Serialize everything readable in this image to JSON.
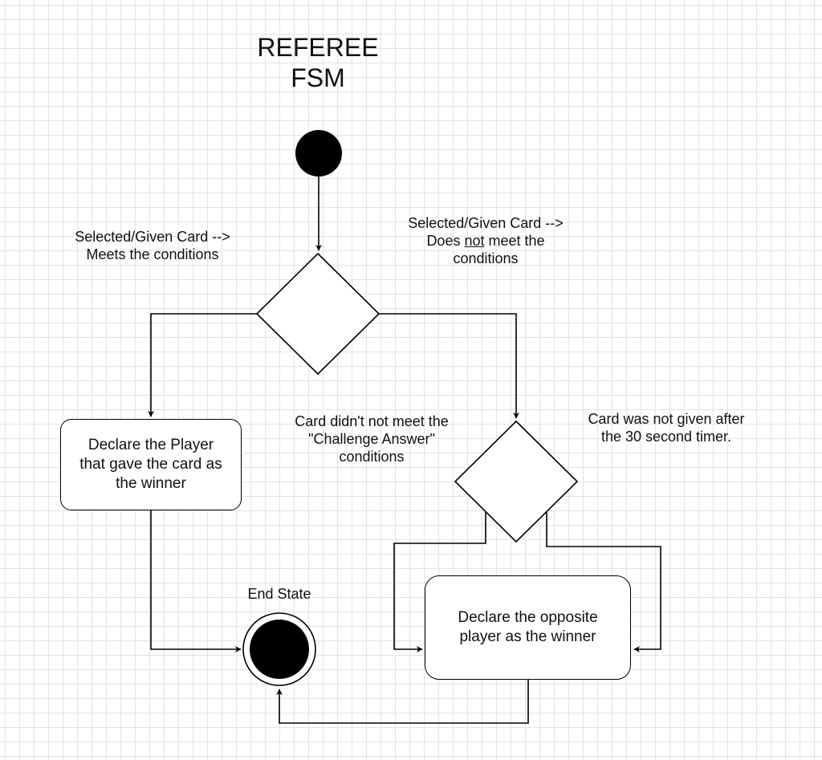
{
  "diagram": {
    "title_lines": [
      "REFEREE",
      "FSM"
    ],
    "edge_left_label": [
      "Selected/Given Card -->",
      "Meets the conditions"
    ],
    "edge_right_label": {
      "line1": "Selected/Given Card -->",
      "line2_pre": "Does ",
      "line2_underline": "not",
      "line2_post": " meet the",
      "line3": "conditions"
    },
    "edge_challenge_label": [
      "Card didn't not meet the",
      "\"Challenge Answer\"",
      "conditions"
    ],
    "edge_timer_label": [
      "Card was not given after",
      "the 30 second timer."
    ],
    "node_declare_player": [
      "Declare the Player",
      "that gave the card as",
      "the winner"
    ],
    "node_declare_opposite": [
      "Declare the opposite",
      "player as the winner"
    ],
    "end_state_label": "End State"
  },
  "colors": {
    "stroke": "#000000",
    "grid": "#e3e3e3",
    "fill": "#ffffff",
    "text": "#111111"
  }
}
